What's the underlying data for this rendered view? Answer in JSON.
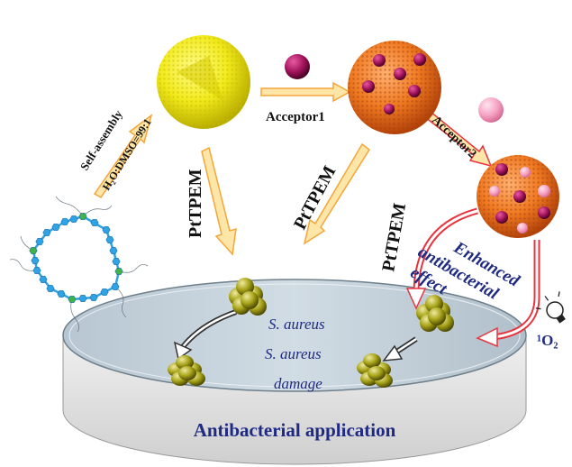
{
  "labels": {
    "self_assembly": "Self-assembly",
    "solvent": "H₂O:DMSO=99:1",
    "acceptor1": "Acceptor1",
    "acceptor2": "Acceptor2",
    "pttpem_1": "PtTPEM",
    "pttpem_2": "PtTPEM",
    "pttpem_3": "PtTPEM",
    "enhanced_line1": "Enhanced",
    "enhanced_line2": "antibacterial",
    "enhanced_line3": "effect",
    "s_aureus_1": "S. aureus",
    "s_aureus_2": "S. aureus",
    "damage": "damage",
    "singlet_oxygen": "¹O₂",
    "footer": "Antibacterial application"
  },
  "colors": {
    "yellow_sphere": "#f2ea1c",
    "orange_sphere": "#f07a22",
    "acceptor1_dot": "#a0125a",
    "acceptor2_dot": "#f5a3c3",
    "arrow_fill": "#fde6a8",
    "arrow_stroke": "#f4a63a",
    "red_arrow": "#e8343f",
    "dish_top": "#c3d0d9",
    "dish_side": "#e4e4e4",
    "bacteria": "#a7a318",
    "hexagon_blue": "#2fa3e6",
    "hexagon_green": "#3fb24a",
    "navy_text": "#1f2a82"
  }
}
